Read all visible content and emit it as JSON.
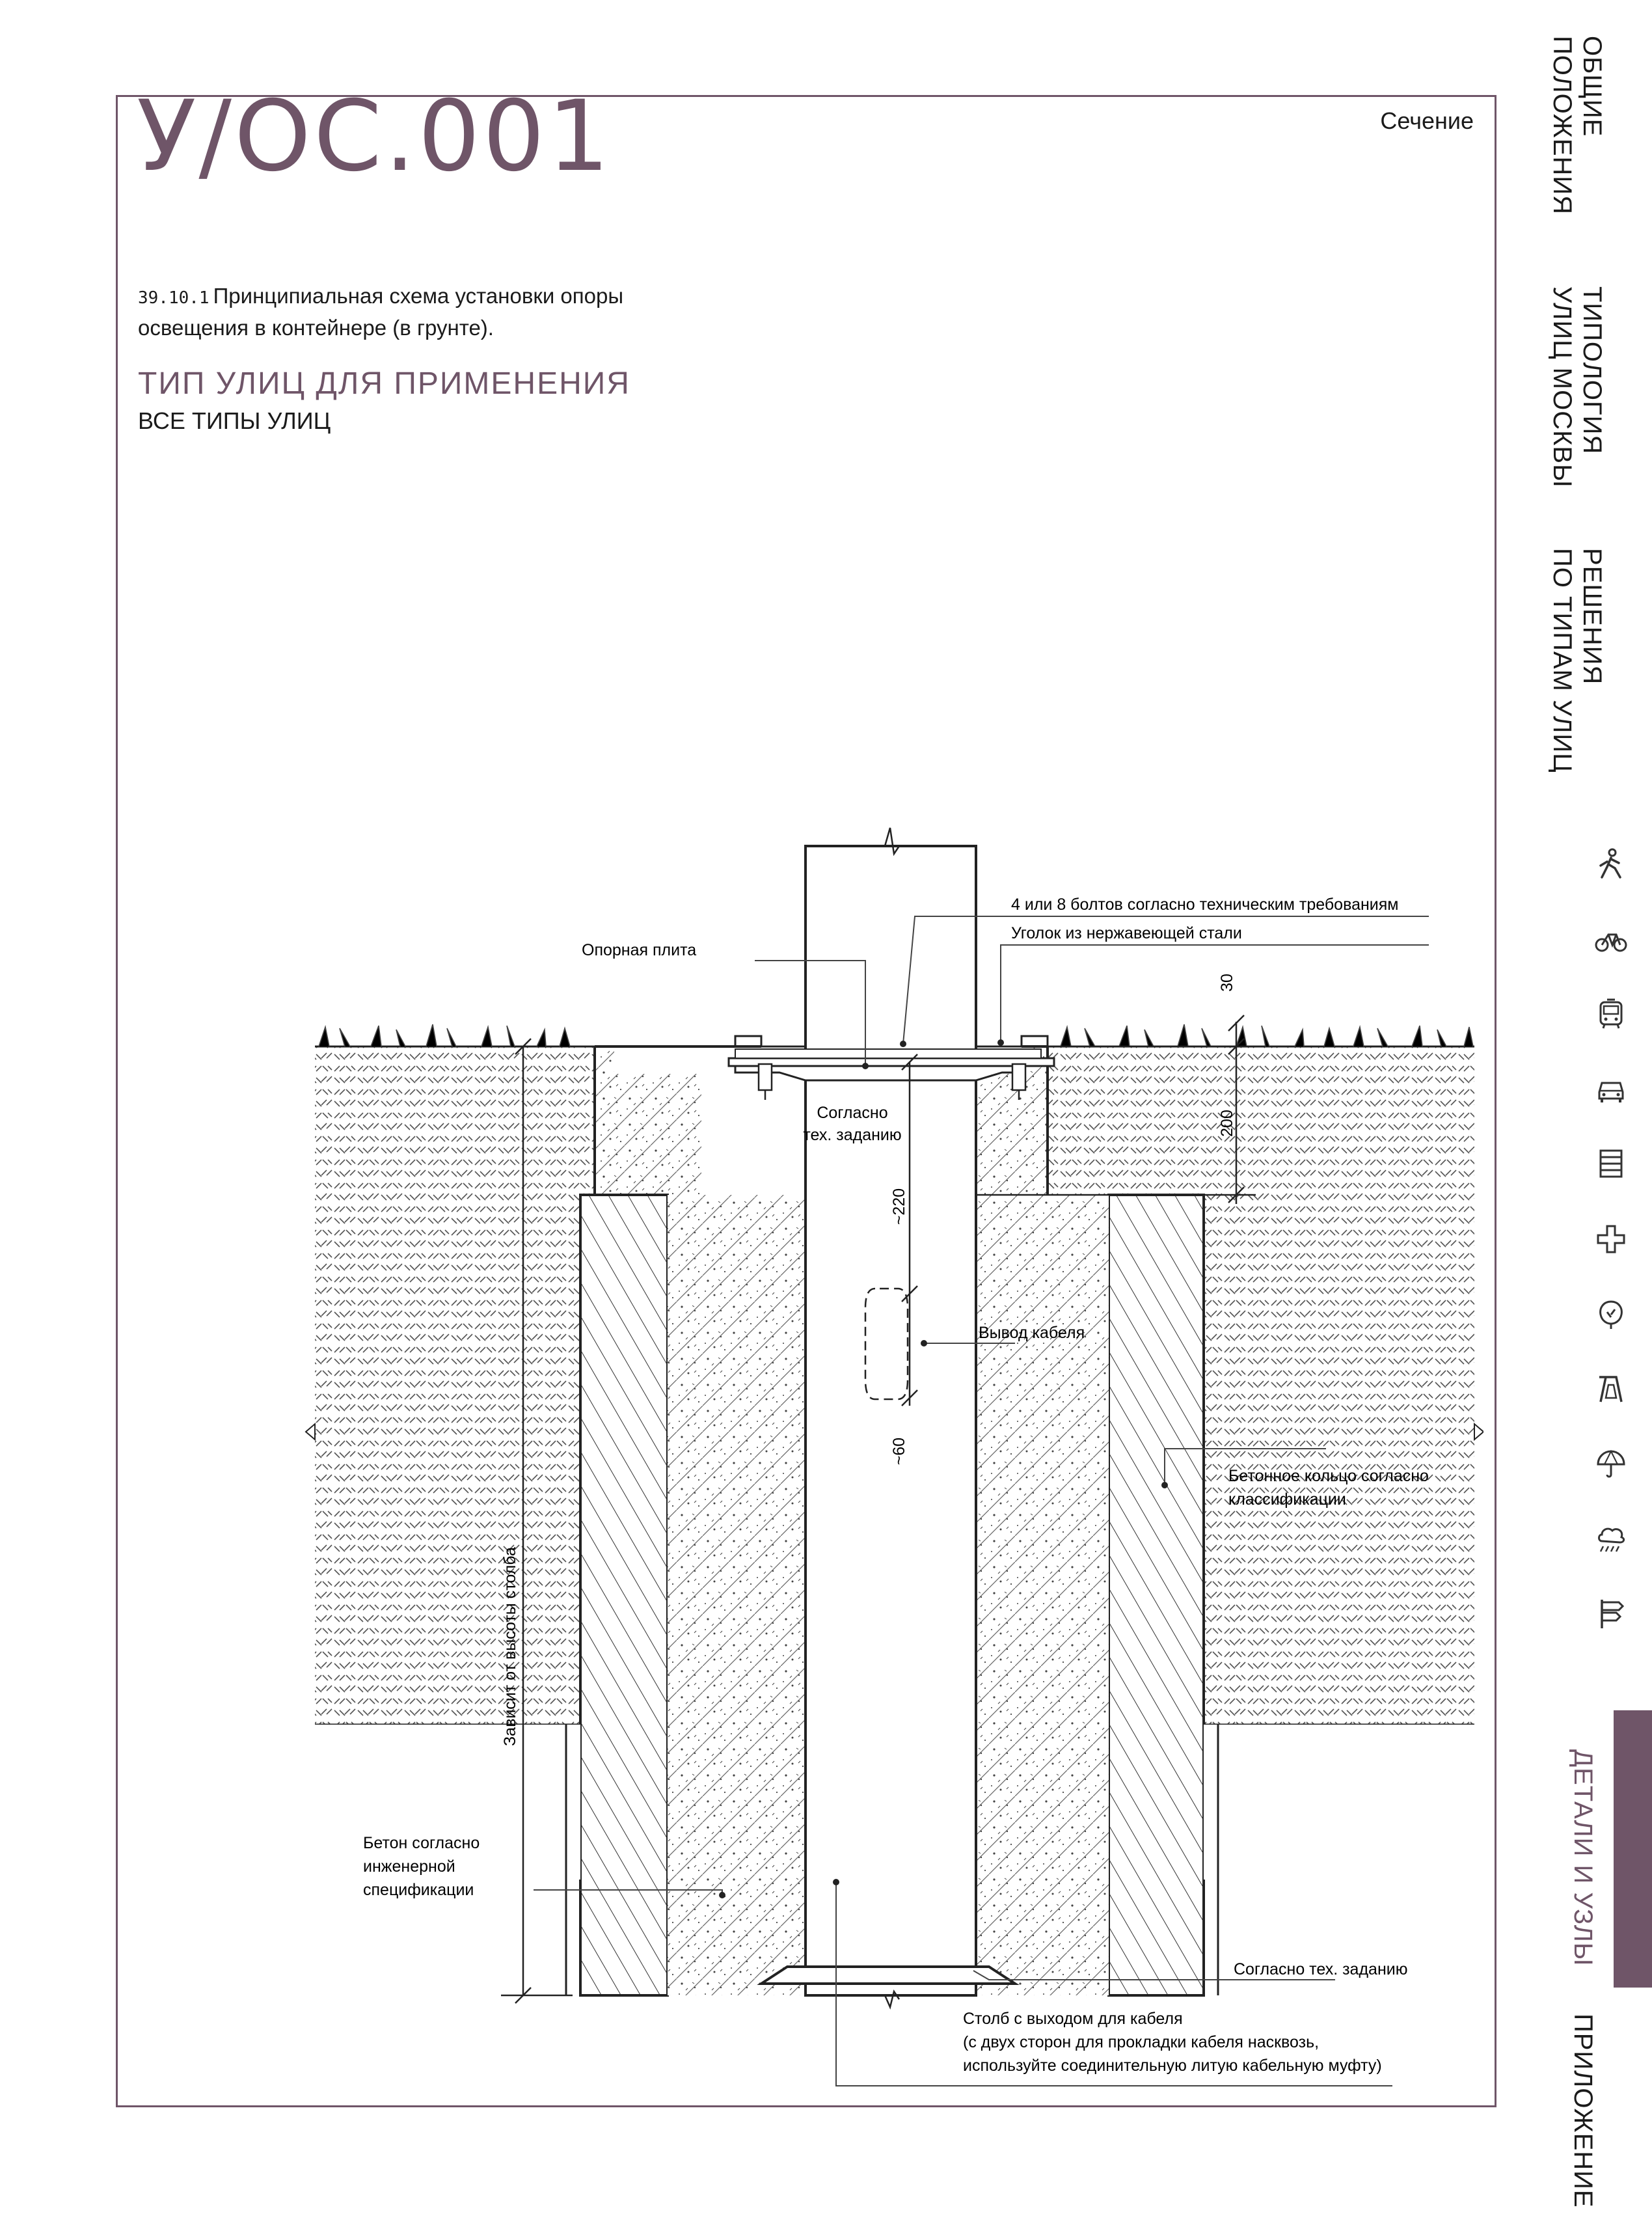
{
  "header": {
    "code": "У/ОС.001",
    "view_label": "Сечение"
  },
  "description": {
    "number": "39.10.1",
    "line1": "Принципиальная схема установки опоры",
    "line2": "освещения в контейнере (в грунте)."
  },
  "street_type": {
    "title": "ТИП УЛИЦ ДЛЯ ПРИМЕНЕНИЯ",
    "value": "ВСЕ ТИПЫ УЛИЦ"
  },
  "drawing": {
    "labels": {
      "bolts": "4 или 8 болтов согласно техническим требованиям",
      "angle": "Уголок из нержавеющей стали",
      "plate": "Опорная плита",
      "per_task_1": "Согласно",
      "per_task_2": "тех. заданию",
      "cable_out": "Вывод кабеля",
      "ring_1": "Бетонное кольцо согласно",
      "ring_2": "классификации",
      "concrete_1": "Бетон согласно",
      "concrete_2": "инженерной",
      "concrete_3": "спецификации",
      "per_task_bottom": "Согласно тех. заданию",
      "pole_1": "Столб с выходом для кабеля",
      "pole_2": "(с двух сторон для прокладки кабеля насквозь,",
      "pole_3": "используйте соединительную литую кабельную муфту)",
      "depth": "Зависит от высоты столба"
    },
    "dimensions": {
      "top_gap": "30",
      "upper_depth": "200",
      "cable_from_top": "~220",
      "cable_height": "~60"
    }
  },
  "nav": {
    "general": "ОБЩИЕ\nПОЛОЖЕНИЯ",
    "typology": "ТИПОЛОГИЯ\nУЛИЦ МОСКВЫ",
    "solutions": "РЕШЕНИЯ\nПО ТИПАМ УЛИЦ",
    "details": "ДЕТАЛИ И УЗЛЫ",
    "appendix": "ПРИЛОЖЕНИЕ"
  },
  "colors": {
    "accent": "#6f5568",
    "ink": "#1a1a1a"
  },
  "icons": [
    "pedestrian-icon",
    "bicycle-icon",
    "tram-icon",
    "car-icon",
    "parking-icon",
    "cross-icon",
    "tree-icon",
    "playground-icon",
    "umbrella-icon",
    "weather-icon",
    "signage-icon"
  ]
}
